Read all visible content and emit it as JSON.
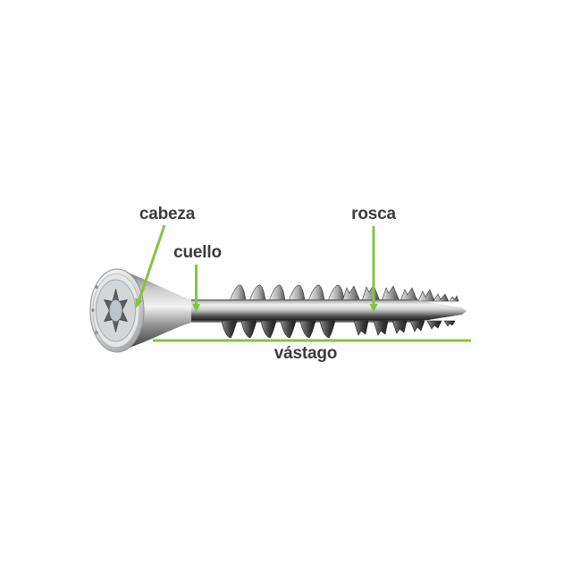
{
  "diagram": {
    "subject": "wood screw anatomy diagram",
    "labels": {
      "head": "cabeza",
      "neck": "cuello",
      "thread": "rosca",
      "shank": "vástago"
    },
    "colors": {
      "accent": "#84c442",
      "label_text": "#3b3b3b",
      "background": "#ffffff"
    }
  }
}
